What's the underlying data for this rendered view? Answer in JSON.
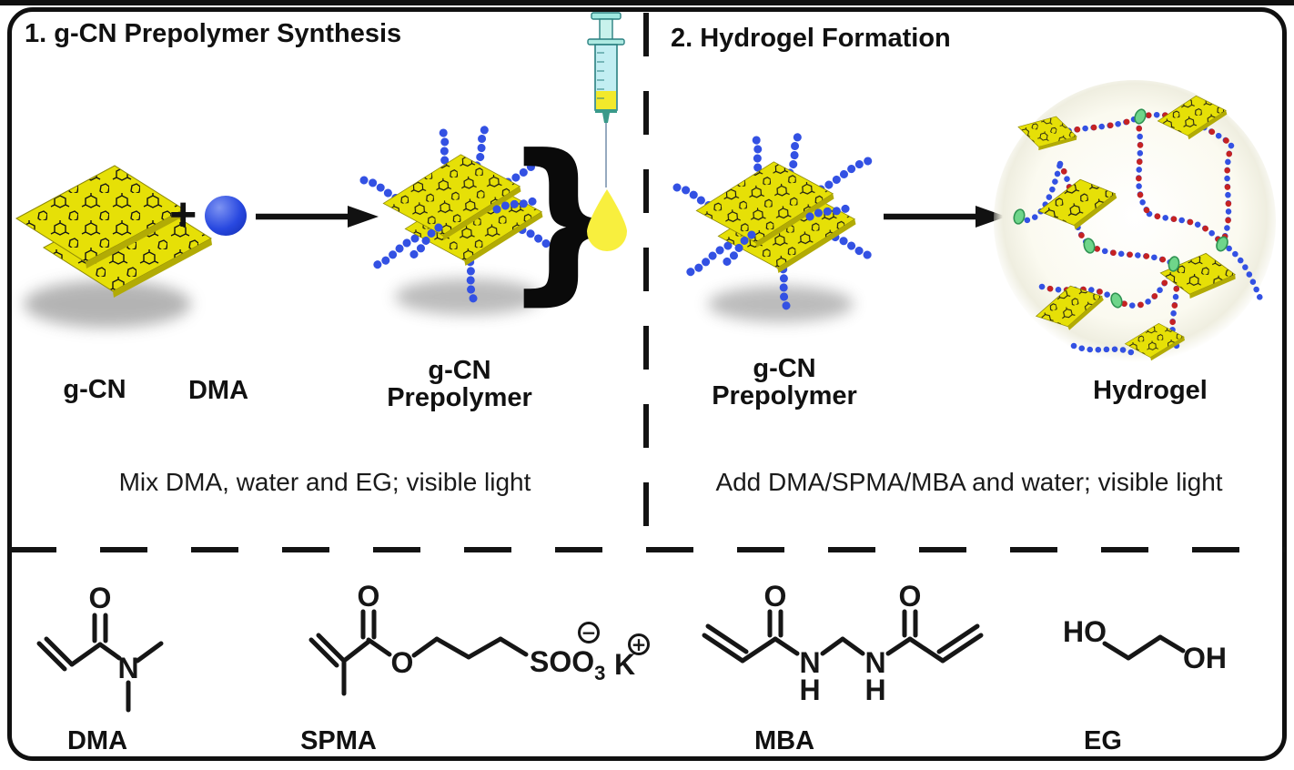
{
  "figure": {
    "panel1": {
      "title": "1. g-CN Prepolymer Synthesis",
      "reactant_sheet_label": "g-CN",
      "monomer_label": "DMA",
      "plus_sign": "+",
      "product_label_line1": "g-CN",
      "product_label_line2": "Prepolymer",
      "brace": "}",
      "caption": "Mix DMA, water and EG; visible light"
    },
    "panel2": {
      "title": "2. Hydrogel Formation",
      "reactant_label_line1": "g-CN",
      "reactant_label_line2": "Prepolymer",
      "product_label": "Hydrogel",
      "caption": "Add DMA/SPMA/MBA and water; visible light"
    },
    "monomer_panel": {
      "dma_label": "DMA",
      "spma_label": "SPMA",
      "mba_label": "MBA",
      "eg_label": "EG"
    },
    "atoms": {
      "o": "O",
      "n": "N",
      "h": "H",
      "ho": "HO",
      "oh": "OH",
      "so": "SO",
      "sub_three": "3",
      "k": "K",
      "charge_minus": "−",
      "charge_plus": "+"
    },
    "colors": {
      "gcn_yellow": "#e6e007",
      "sheet_edge_yellow": "#b2ab05",
      "chain_blue": "#3351e3",
      "crosslink_red": "#c52222",
      "node_green": "#6fd58a",
      "droplet_yellow": "#f8ef3e",
      "syringe_cyan": "#c2eef2",
      "outline_black": "#111111"
    }
  }
}
